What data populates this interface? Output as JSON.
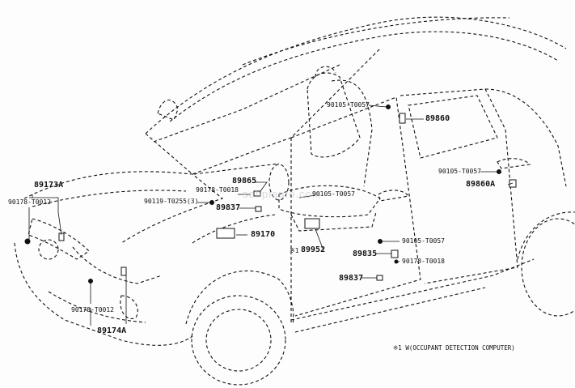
{
  "watermark": "sehpiauto.com",
  "callouts": {
    "c1": "89173A",
    "c2": "90178-T0012",
    "c3": "90178-T0018",
    "c4": "89865",
    "c5": "90119-T0255(3)",
    "c6": "89837",
    "c7": "89170",
    "c8": "90105-T0057",
    "c9": "89860",
    "c10": "90105-T0057",
    "c11": "90105-T0057",
    "c12": "89860A",
    "c13": "※1",
    "c14": "89952",
    "c15": "90105-T0057",
    "c16": "89835",
    "c17": "90178-T0018",
    "c18": "89837",
    "c19": "90178-T0012",
    "c20": "89174A"
  },
  "footnote": "※1 W(OCCUPANT DETECTION COMPUTER)"
}
